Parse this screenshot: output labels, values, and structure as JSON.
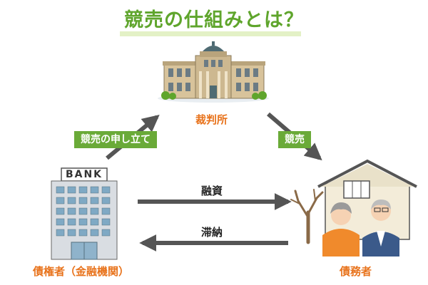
{
  "title": "競売の仕組みとは？",
  "court": {
    "label": "裁判所"
  },
  "bank": {
    "sign": "BANK",
    "label": "債権者（金融機関）"
  },
  "debtor": {
    "label": "債務者"
  },
  "arrows": {
    "auction_filing": "競売の申し立て",
    "auction": "競売",
    "financing": "融資",
    "delinquency": "滞納"
  },
  "colors": {
    "title": "#5fa52c",
    "tag_bg": "#6aaa38",
    "label_orange": "#e8731c",
    "arrow": "#555555"
  }
}
